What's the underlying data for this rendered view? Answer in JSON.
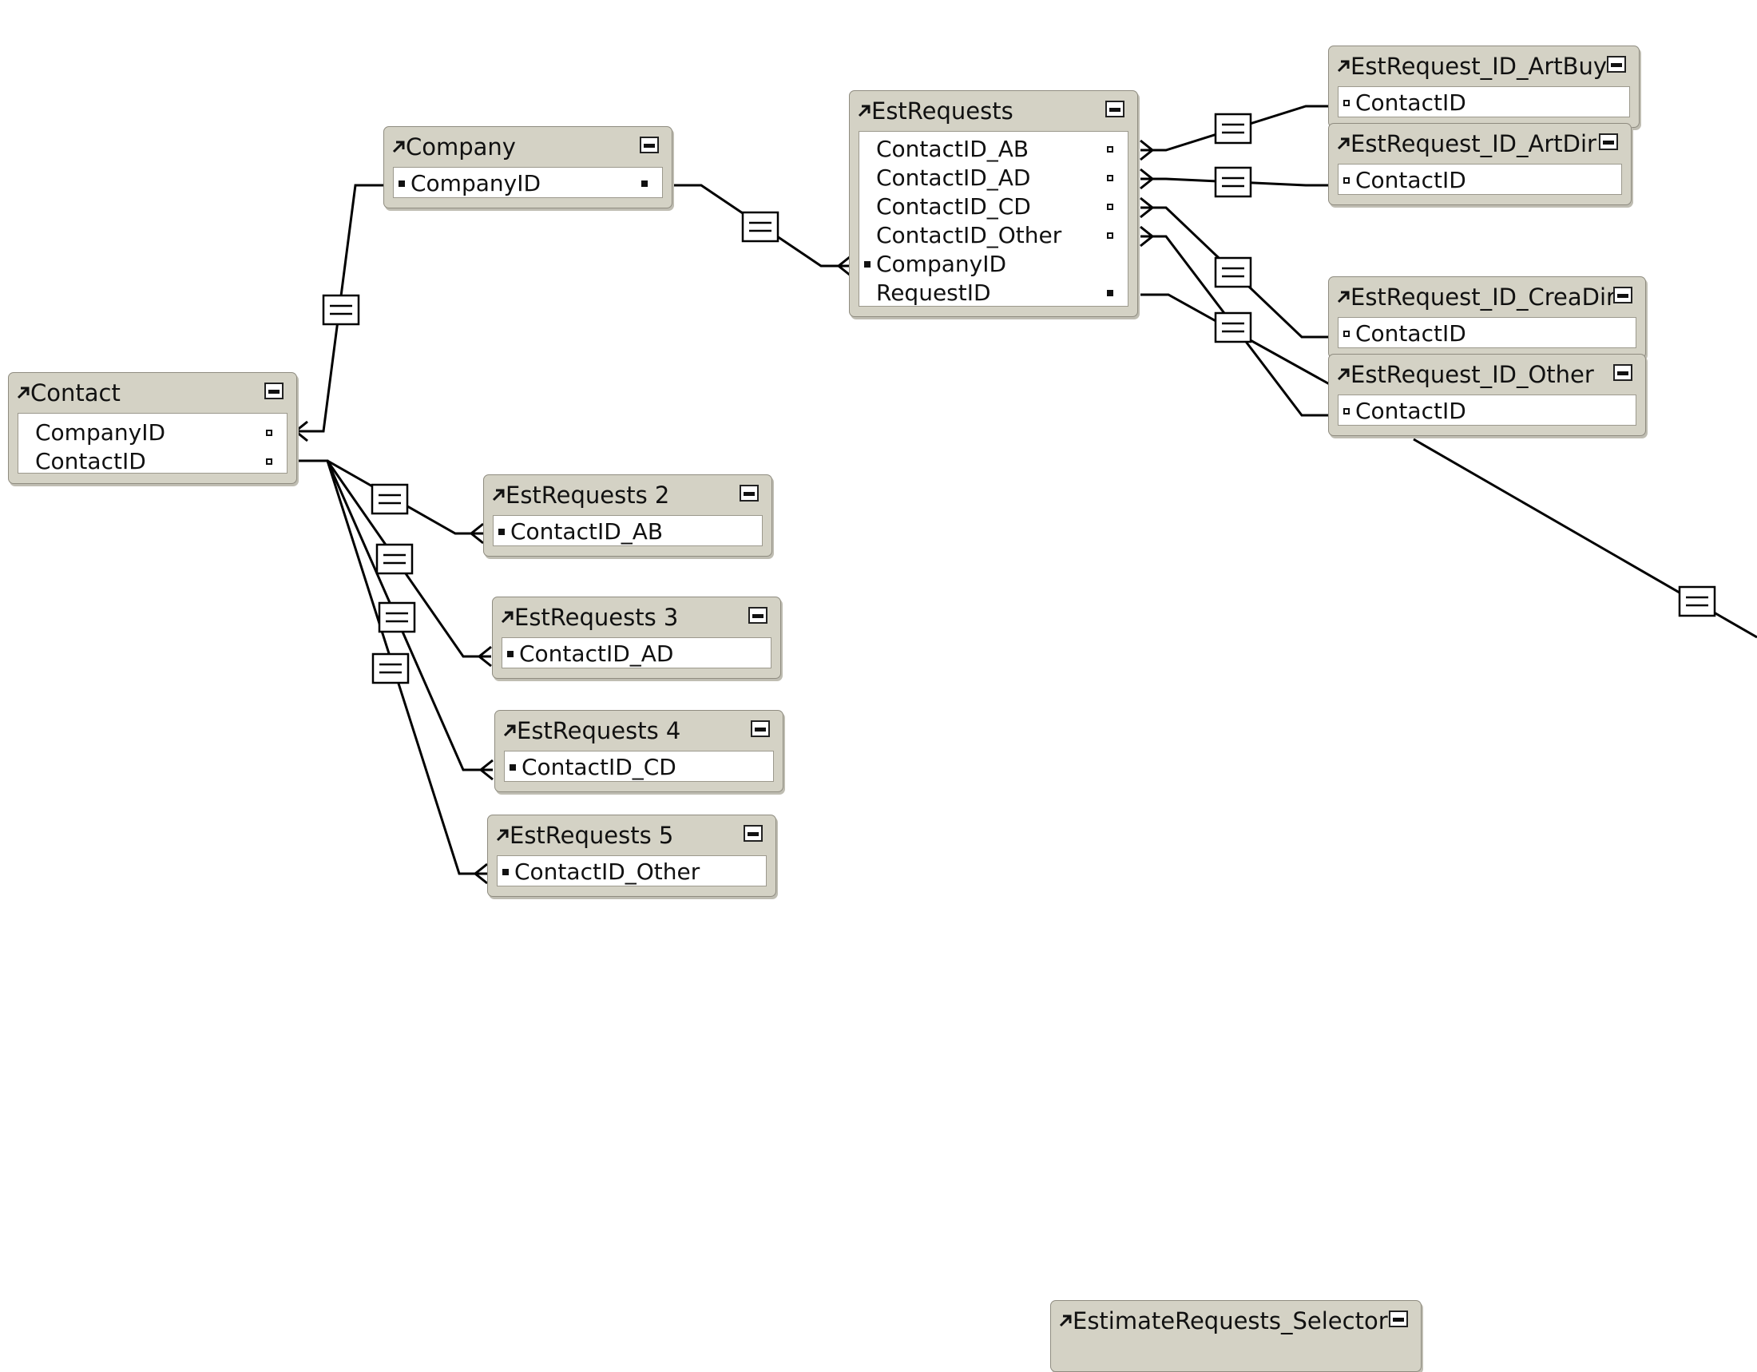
{
  "tables": {
    "contact": {
      "title": "Contact",
      "fields": [
        "CompanyID",
        "ContactID"
      ]
    },
    "company": {
      "title": "Company",
      "fields": [
        "CompanyID"
      ]
    },
    "estrequests": {
      "title": "EstRequests",
      "fields": [
        "ContactID_AB",
        "ContactID_AD",
        "ContactID_CD",
        "ContactID_Other",
        "CompanyID",
        "RequestID"
      ]
    },
    "est2": {
      "title": "EstRequests 2",
      "fields": [
        "ContactID_AB"
      ]
    },
    "est3": {
      "title": "EstRequests 3",
      "fields": [
        "ContactID_AD"
      ]
    },
    "est4": {
      "title": "EstRequests 4",
      "fields": [
        "ContactID_CD"
      ]
    },
    "est5": {
      "title": "EstRequests 5",
      "fields": [
        "ContactID_Other"
      ]
    },
    "artbuy": {
      "title": "EstRequest_ID_ArtBuy",
      "fields": [
        "ContactID"
      ]
    },
    "artdir": {
      "title": "EstRequest_ID_ArtDir",
      "fields": [
        "ContactID"
      ]
    },
    "creadir": {
      "title": "EstRequest_ID_CreaDir",
      "fields": [
        "ContactID"
      ]
    },
    "other": {
      "title": "EstRequest_ID_Other",
      "fields": [
        "ContactID"
      ]
    },
    "selector": {
      "title": "EstimateRequests_Selector",
      "fields": []
    }
  },
  "colors": {
    "table_header": "#d4d2c5",
    "table_body": "#ffffff",
    "relationship_line": "#000000"
  }
}
